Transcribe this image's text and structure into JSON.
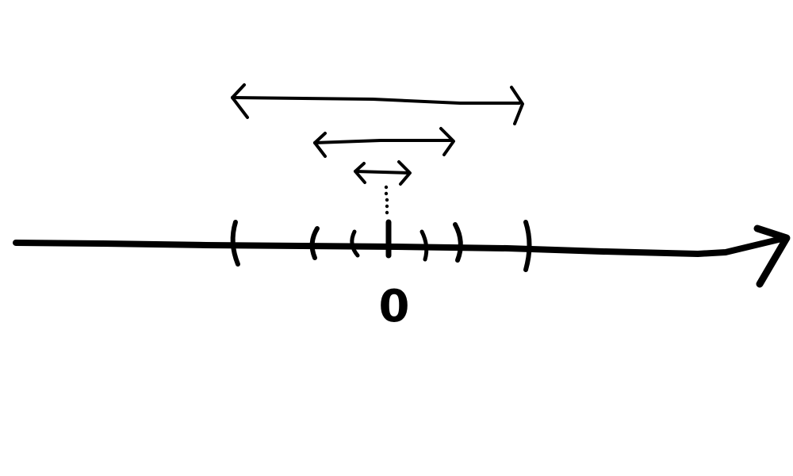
{
  "diagram": {
    "origin_label": "0",
    "stroke_color": "#000000",
    "background_color": "#ffffff",
    "elements": [
      "number-line-with-arrow",
      "origin-tick",
      "three-nested-intervals-centered-at-origin",
      "three-double-headed-arrows-showing-interval-widths",
      "dotted-guide-from-smallest-arrow-to-origin"
    ]
  }
}
